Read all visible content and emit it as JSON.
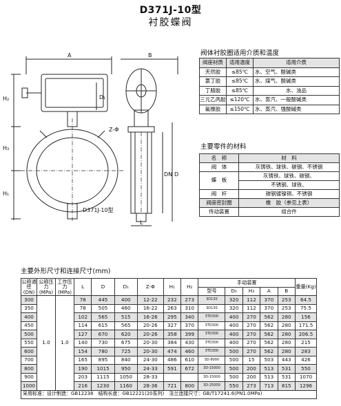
{
  "title": {
    "model": "D371J-10型",
    "name": "衬胶蝶阀"
  },
  "drawing": {
    "caption": "D371J-10型",
    "labels": {
      "A": "A",
      "B": "B",
      "H2": "H₂",
      "H3": "H₃",
      "H1": "H₁",
      "D1": "D₁",
      "D": "D",
      "DN": "DN",
      "L": "L",
      "Z": "Z-Φ"
    }
  },
  "media_table": {
    "title": "阀体衬胶圈适用介质和温度",
    "headers": [
      "阀座材质",
      "适用温度",
      "适用介质"
    ],
    "rows": [
      [
        "天然胶",
        "≤85℃",
        "水、空气、酸碱类"
      ],
      [
        "氯丁胶",
        "≤85℃",
        "水、煤气、酸碱类"
      ],
      [
        "丁腈胶",
        "≤85℃",
        "水、油品"
      ],
      [
        "三元乙丙胶",
        "≤120℃",
        "水、蒸汽、一般酸碱类"
      ],
      [
        "氟橡胶",
        "≤150℃",
        "水、蒸汽、强酸碱类"
      ]
    ]
  },
  "parts_table": {
    "title": "主要零件的材料",
    "headers": [
      "名　称",
      "材　料"
    ],
    "rows": [
      {
        "name": "阀　体",
        "material": "灰铸铁、球铁、碳钢、不锈钢"
      },
      {
        "name": "蝶　板",
        "material": "灰铸铁、球铁、碳钢、",
        "material2": "不锈钢、球铁、"
      },
      {
        "name": "阀　杆",
        "material": "碳钢镀镍铜、不锈钢"
      },
      {
        "name": "阀座密封圈",
        "material": "橡　胶（参见上表）"
      },
      {
        "name": "传动装置",
        "material": "组合件"
      }
    ]
  },
  "dim_table": {
    "title": "主要外形尺寸和连接尺寸(mm)",
    "headers": {
      "dn": "公称通径(DN)",
      "pn": "公称压力(MPa)",
      "wp": "工作压力(MPa)",
      "L": "L",
      "D": "D",
      "D1": "D₁",
      "Z": "Z-Φ",
      "H1": "H₁",
      "H2": "H₂",
      "actuator": "手动装置",
      "model": "型号",
      "D0": "D₀",
      "H3": "H₃",
      "A": "A",
      "B": "B",
      "weight": "重量(Kg)"
    },
    "pn_value": "1.0",
    "wp_value": "1.0",
    "rows": [
      [
        "300",
        "78",
        "445",
        "400",
        "12-22",
        "232",
        "273",
        "3D130",
        "320",
        "112",
        "370",
        "253",
        "64.5"
      ],
      [
        "350",
        "78",
        "505",
        "460",
        "16-22",
        "263",
        "310",
        "3D130",
        "320",
        "112",
        "370",
        "253",
        "75.5"
      ],
      [
        "400",
        "102",
        "565",
        "515",
        "16-26",
        "295",
        "340",
        "3TD300",
        "400",
        "270",
        "562",
        "280",
        "156"
      ],
      [
        "450",
        "114",
        "615",
        "565",
        "20-26",
        "327",
        "370",
        "3TD300",
        "400",
        "270",
        "562",
        "280",
        "171.5"
      ],
      [
        "500",
        "127",
        "670",
        "620",
        "20-26",
        "358",
        "399",
        "3TD300",
        "400",
        "270",
        "562",
        "280",
        "206.5"
      ],
      [
        "550",
        "140",
        "730",
        "675",
        "20-30",
        "384",
        "430",
        "3TD300",
        "400",
        "270",
        "562",
        "280",
        "215"
      ],
      [
        "600",
        "154",
        "780",
        "725",
        "20-30",
        "474",
        "460",
        "3TD300",
        "500",
        "270",
        "562",
        "280",
        "283"
      ],
      [
        "700",
        "165",
        "895",
        "840",
        "24-30",
        "486",
        "610",
        "3D-8000",
        "500",
        "15",
        "503",
        "443",
        "426"
      ],
      [
        "800",
        "190",
        "1015",
        "950",
        "24-33",
        "591",
        "672",
        "3D-15000",
        "500",
        "200",
        "513",
        "531",
        "550"
      ],
      [
        "900",
        "203",
        "1115",
        "1050",
        "28-33",
        "",
        "",
        "3D-15000",
        "500",
        "200",
        "513",
        "531",
        "1070"
      ],
      [
        "1000",
        "216",
        "1230",
        "1160",
        "28-36",
        "721",
        "800",
        "3D-25000",
        "550",
        "273",
        "713",
        "815",
        "1296"
      ]
    ],
    "footer": "采用标准：设计制造：GB12238　结构长度：GB12221(20系列)　法兰连接尺寸：GB/T17241.6(PN1.0MPa)"
  }
}
